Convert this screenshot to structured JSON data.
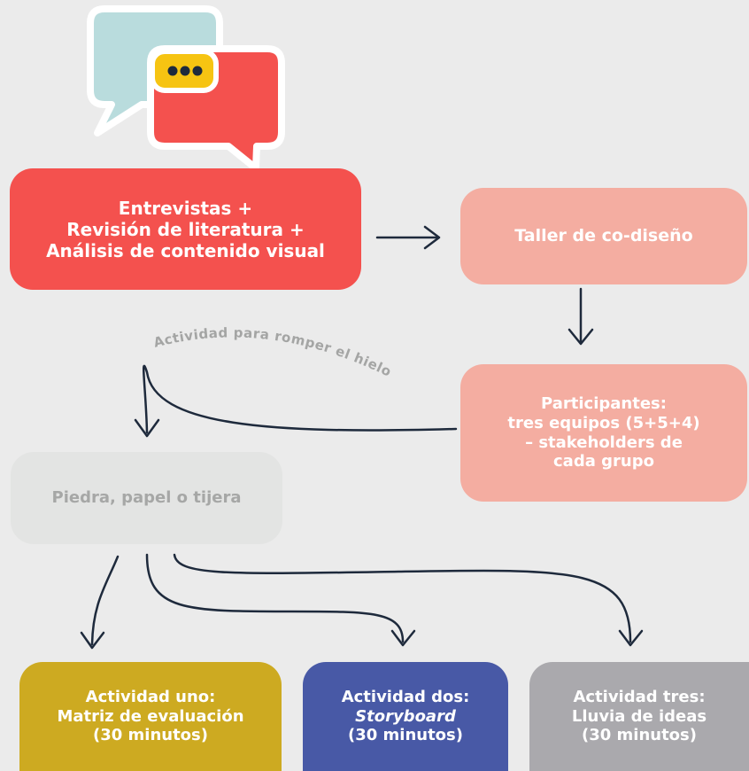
{
  "boxes": {
    "entrevistas": {
      "lines": [
        "Entrevistas +",
        "Revisión de literatura +",
        "Análisis de contenido visual"
      ]
    },
    "taller": {
      "lines": [
        "Taller de co-diseño"
      ]
    },
    "participantes": {
      "lines": [
        "Participantes:",
        "tres equipos (5+5+4)",
        "– stakeholders de",
        "cada grupo"
      ]
    },
    "piedra": {
      "lines": [
        "Piedra, papel o tijera"
      ]
    },
    "actividad_uno": {
      "lines": [
        "Actividad uno:",
        "Matriz de evaluación",
        "(30 minutos)"
      ]
    },
    "actividad_dos": {
      "lines": [
        "Actividad dos:",
        "Storyboard",
        "(30 minutos)"
      ]
    },
    "actividad_tres": {
      "lines": [
        "Actividad tres:",
        "Lluvia de ideas",
        "(30 minutos)"
      ]
    }
  },
  "arc_label": "Actividad para romper el hielo",
  "colors": {
    "background": "#ebebeb",
    "red": "#f4514e",
    "salmon": "#f4ada1",
    "light_gray": "#e3e4e3",
    "mustard": "#cdaa21",
    "blue": "#4859a6",
    "gray": "#aaa9ad",
    "arrow": "#1e2a3c",
    "bubble_teal": "#b9dcdd",
    "dots_yellow": "#f6c412"
  },
  "icons": [
    "speech-bubbles-icon"
  ]
}
